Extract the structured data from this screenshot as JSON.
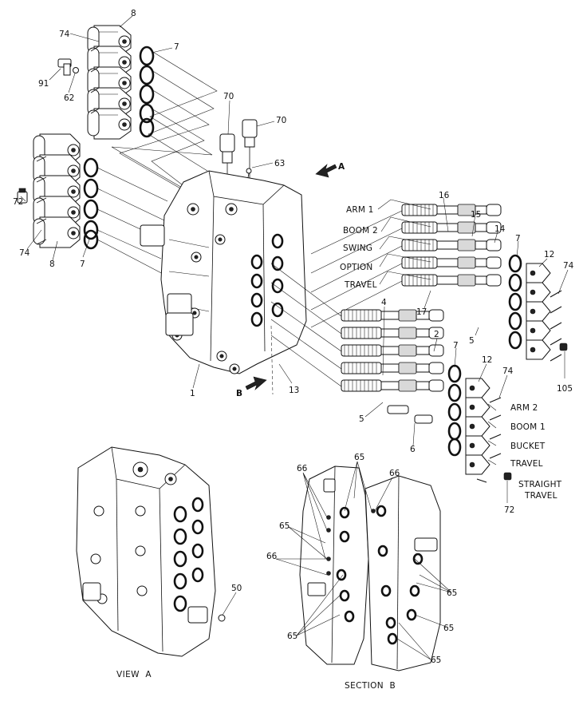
{
  "callouts": {
    "c8_top": "8",
    "c74_top": "74",
    "c7_top": "7",
    "c91": "91",
    "c62": "62",
    "c70a": "70",
    "c70b": "70",
    "c63": "63",
    "c72_left": "72",
    "c74_left": "74",
    "c8_left": "8",
    "c7_left": "7",
    "c1": "1",
    "c13": "13",
    "c16": "16",
    "c15": "15",
    "c14": "14",
    "c7_right": "7",
    "c12_right": "12",
    "c74_right": "74",
    "c17": "17",
    "c5_right": "5",
    "c105": "105",
    "c4": "4",
    "c2": "2",
    "c7_mid": "7",
    "c12_mid": "12",
    "c74_mid": "74",
    "c5_mid": "5",
    "c6": "6",
    "c72_bottom": "72",
    "c50": "50",
    "c66a": "66",
    "c65a": "65",
    "c66b": "66",
    "c65b": "65",
    "c66c": "66",
    "c65c": "65",
    "c65d": "65",
    "c65e": "65",
    "c65f": "65"
  },
  "arrows": {
    "a_label": "A",
    "b_label": "B"
  },
  "labels_upper": [
    "ARM 1",
    "BOOM 2",
    "SWING",
    "OPTION",
    "TRAVEL"
  ],
  "labels_lower": [
    "ARM 2",
    "BOOM 1",
    "BUCKET",
    "TRAVEL"
  ],
  "straight_travel": {
    "line1": "STRAIGHT",
    "line2": "TRAVEL"
  },
  "captions": {
    "view_a": "VIEW  A",
    "section_b": "SECTION  B"
  }
}
